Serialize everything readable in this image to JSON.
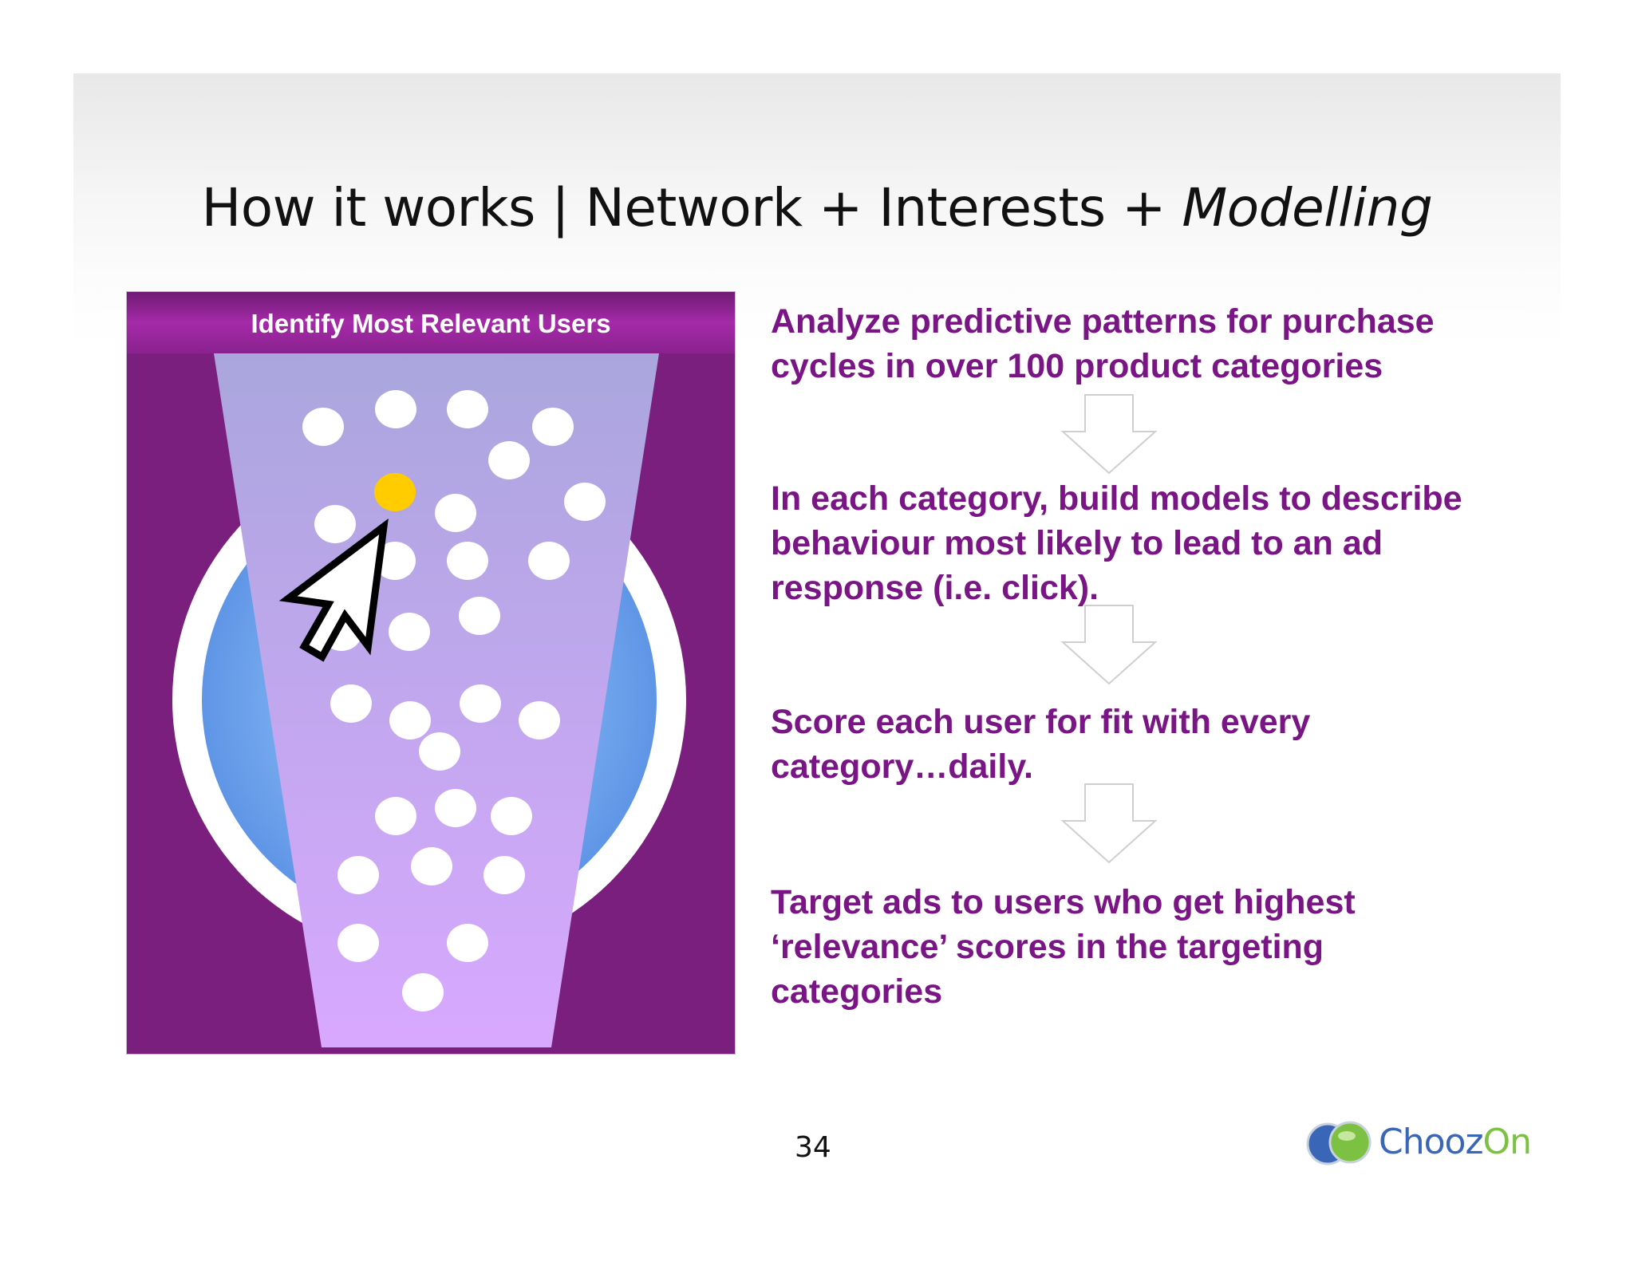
{
  "slide": {
    "title_plain": "How it works | Network + Interests + ",
    "title_italic": "Modelling",
    "page_number": "34"
  },
  "panel": {
    "header": "Identify Most Relevant Users",
    "colors": {
      "background": "#7a1f7d",
      "header": "#9a2a9e",
      "funnel_top": "#aaa6dd",
      "funnel_bottom": "#d8a8ff",
      "circle": "#7aaff0",
      "highlighted_user": "#ffcc00",
      "user": "#ffffff"
    },
    "icons": [
      "cursor-arrow-icon"
    ]
  },
  "steps": [
    "Analyze predictive patterns for purchase cycles in over 100 product categories",
    "In each category, build models to describe behaviour most likely to lead to an ad response (i.e. click).",
    "Score each user for fit with every category…daily.",
    "Target ads to users who get highest ‘relevance’ scores in the targeting categories"
  ],
  "logo": {
    "part1": "Chooz",
    "part2": "On",
    "colors": {
      "blue": "#3a66b8",
      "green": "#7cc142"
    }
  }
}
